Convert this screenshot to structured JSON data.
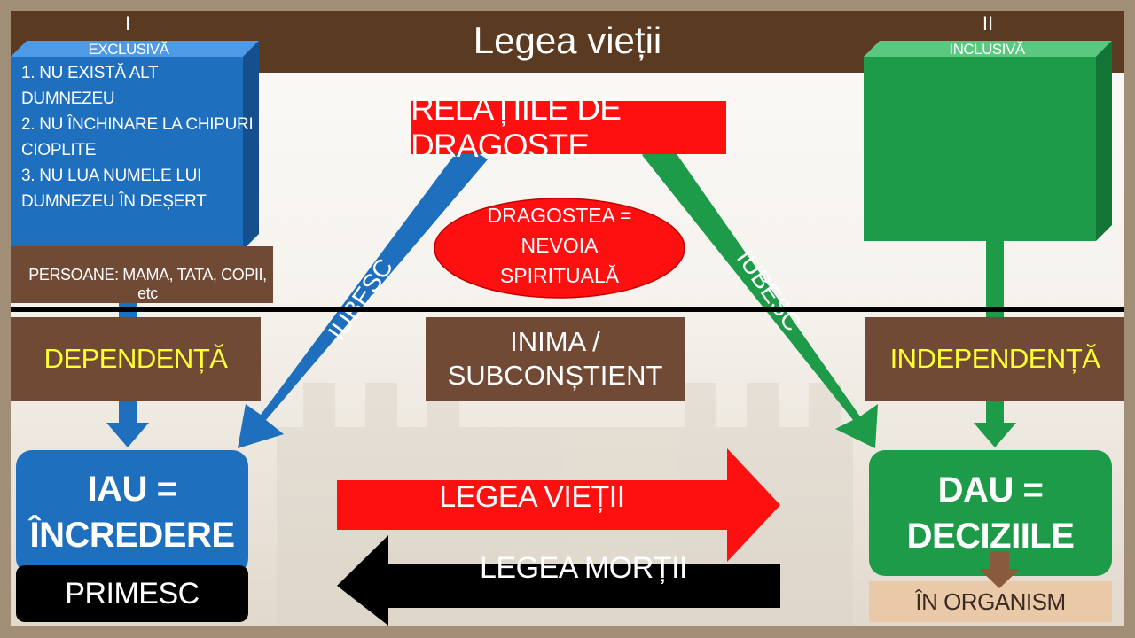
{
  "title": "Legea vieții",
  "left_column": {
    "roman": "I",
    "label": "EXCLUSIVĂ",
    "commandments": [
      "1. NU EXISTĂ ALT DUMNEZEU",
      "2. NU ÎNCHINARE LA CHIPURI",
      "CIOPLITE",
      "3. NU LUA NUMELE LUI",
      "DUMNEZEU ÎN DEȘERT"
    ],
    "persons": "PERSOANE: MAMA, TATA, COPII, etc",
    "dependence": "DEPENDENȚĂ",
    "take": [
      "IAU =",
      "ÎNCREDERE"
    ],
    "receive": "PRIMESC"
  },
  "right_column": {
    "roman": "II",
    "label": "INCLUSIVĂ",
    "independence": "INDEPENDENȚĂ",
    "give": [
      "DAU =",
      "DECIZIILE"
    ],
    "organism": "ÎN ORGANISM"
  },
  "center": {
    "relations": "RELAȚIILE DE DRAGOSTE",
    "love_need": [
      "DRAGOSTEA =",
      "NEVOIA",
      "SPIRITUALĂ"
    ],
    "heart": [
      "INIMA /",
      "SUBCONȘTIENT"
    ],
    "arrow_left_label": "IUBESC",
    "arrow_right_label": "IUBESC",
    "law_of_life": "LEGEA VIEȚII",
    "law_of_death": "LEGEA MORȚII"
  },
  "colors": {
    "title_bar": "#5b3a22",
    "blue": "#1f6fbf",
    "green": "#1e9b49",
    "red": "#ff1010",
    "brown": "#714a36",
    "yellow_text": "#ffff33",
    "tan": "#e9c9a7"
  }
}
